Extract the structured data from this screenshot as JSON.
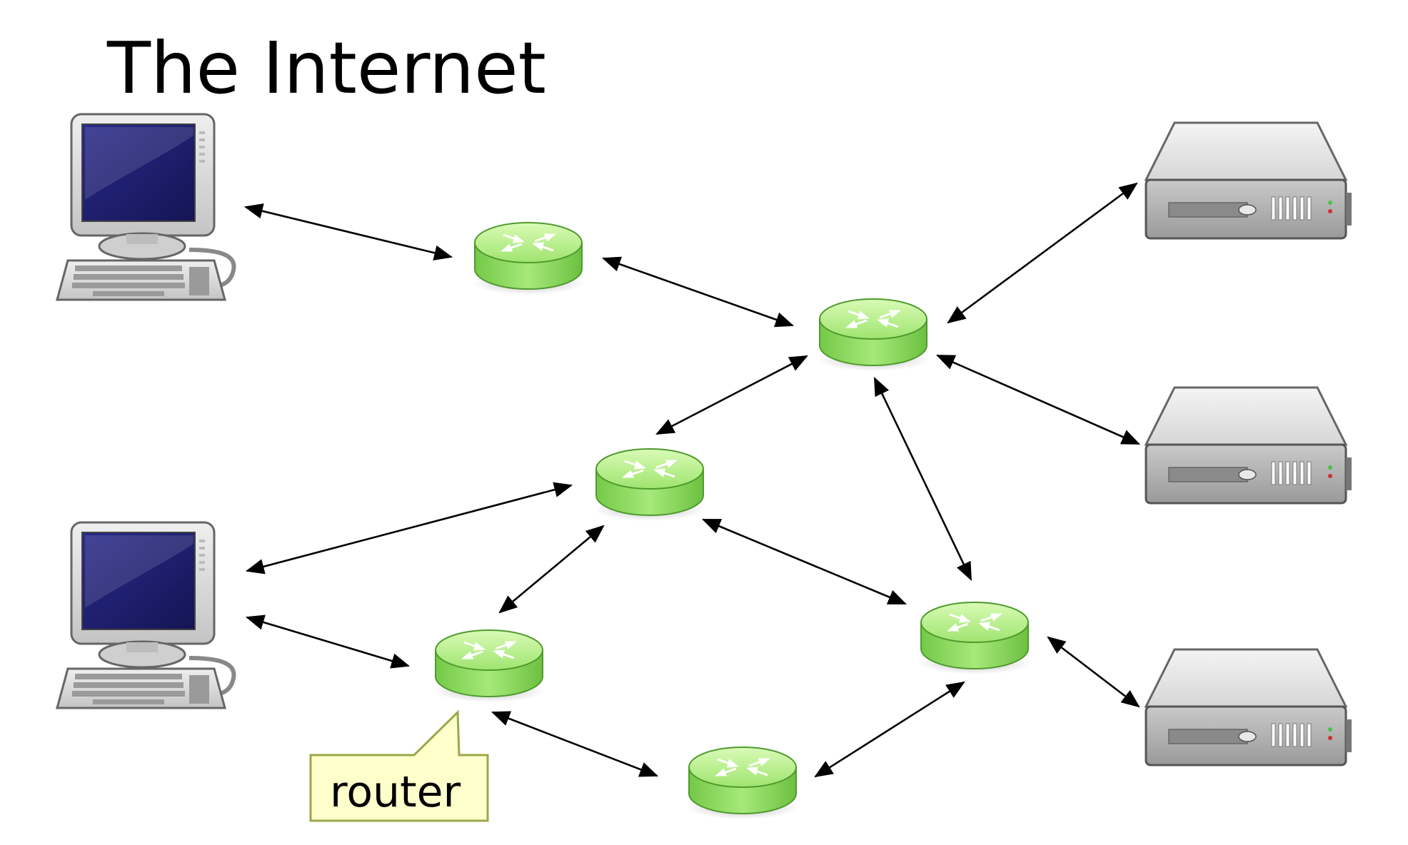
{
  "title": "The Internet",
  "callout": {
    "label": "router"
  },
  "colors": {
    "router_top": "#c2f29a",
    "router_body": "#8fdc5c",
    "router_edge": "#5faa3a",
    "callout_fill": "#ffffcc",
    "callout_border": "#9aa84a",
    "screen": "#1c1c6e",
    "case": "#d8d8d8",
    "arrow": "#000000"
  },
  "nodes": {
    "computers": [
      {
        "id": "computer-top",
        "icon": "desktop-computer-icon"
      },
      {
        "id": "computer-bottom",
        "icon": "desktop-computer-icon"
      }
    ],
    "routers": [
      {
        "id": "router-a",
        "icon": "router-icon"
      },
      {
        "id": "router-b",
        "icon": "router-icon"
      },
      {
        "id": "router-c",
        "icon": "router-icon"
      },
      {
        "id": "router-d",
        "icon": "router-icon"
      },
      {
        "id": "router-e",
        "icon": "router-icon"
      },
      {
        "id": "router-f",
        "icon": "router-icon"
      }
    ],
    "servers": [
      {
        "id": "server-top",
        "icon": "server-icon"
      },
      {
        "id": "server-middle",
        "icon": "server-icon"
      },
      {
        "id": "server-bottom",
        "icon": "server-icon"
      }
    ]
  },
  "links": [
    {
      "from": "computer-top",
      "to": "router-a"
    },
    {
      "from": "router-a",
      "to": "router-b"
    },
    {
      "from": "router-b",
      "to": "server-top"
    },
    {
      "from": "router-b",
      "to": "server-middle"
    },
    {
      "from": "router-b",
      "to": "router-c"
    },
    {
      "from": "router-b",
      "to": "router-e"
    },
    {
      "from": "computer-bottom",
      "to": "router-c"
    },
    {
      "from": "computer-bottom",
      "to": "router-d"
    },
    {
      "from": "router-c",
      "to": "router-d"
    },
    {
      "from": "router-c",
      "to": "router-e"
    },
    {
      "from": "router-d",
      "to": "router-f"
    },
    {
      "from": "router-f",
      "to": "router-e"
    },
    {
      "from": "router-e",
      "to": "server-bottom"
    }
  ]
}
